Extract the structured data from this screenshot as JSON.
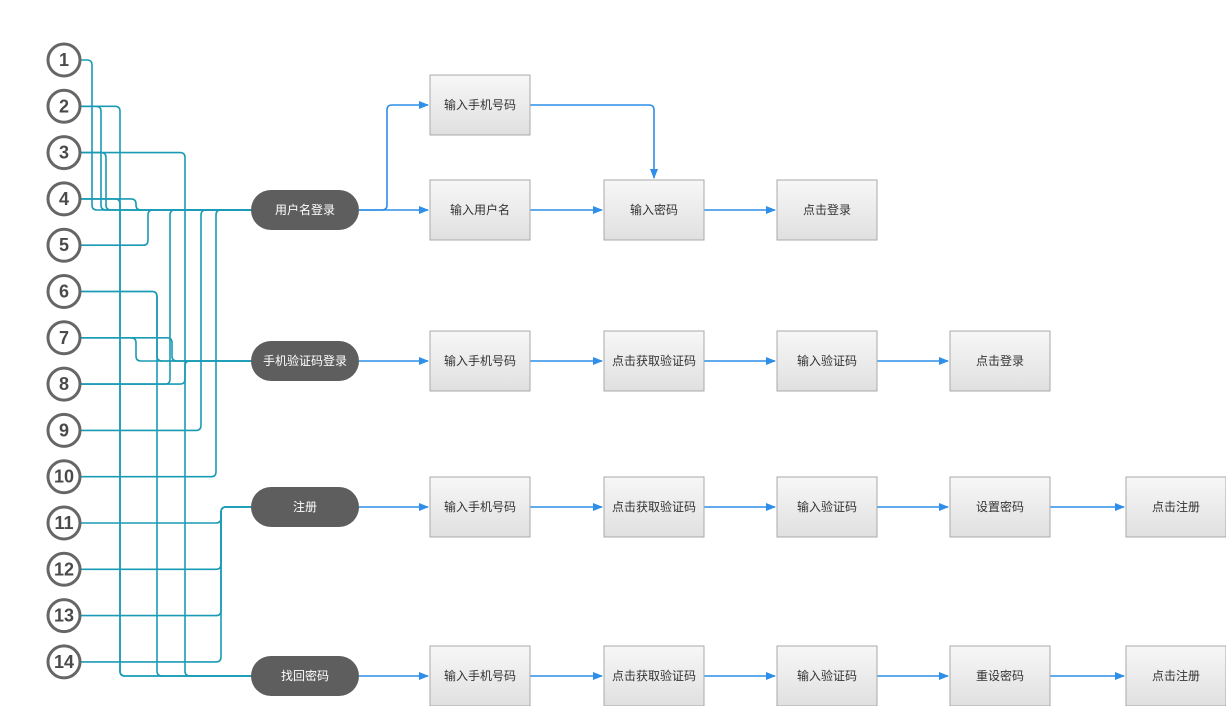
{
  "nodes": [
    "1",
    "2",
    "3",
    "4",
    "5",
    "6",
    "7",
    "8",
    "9",
    "10",
    "11",
    "12",
    "13",
    "14"
  ],
  "flows": [
    {
      "name": "用户名登录",
      "steps": [
        "输入用户名",
        "输入密码",
        "点击登录"
      ],
      "branch_step": "输入手机号码"
    },
    {
      "name": "手机验证码登录",
      "steps": [
        "输入手机号码",
        "点击获取验证码",
        "输入验证码",
        "点击登录"
      ]
    },
    {
      "name": "注册",
      "steps": [
        "输入手机号码",
        "点击获取验证码",
        "输入验证码",
        "设置密码",
        "点击注册"
      ]
    },
    {
      "name": "找回密码",
      "steps": [
        "输入手机号码",
        "点击获取验证码",
        "输入验证码",
        "重设密码",
        "点击注册"
      ]
    }
  ],
  "colors": {
    "connector": "#1a9bb5",
    "arrow": "#2f8ee8",
    "pill": "#5e5e5e",
    "box_border": "#a9a9a9",
    "circle_border": "#666666"
  }
}
